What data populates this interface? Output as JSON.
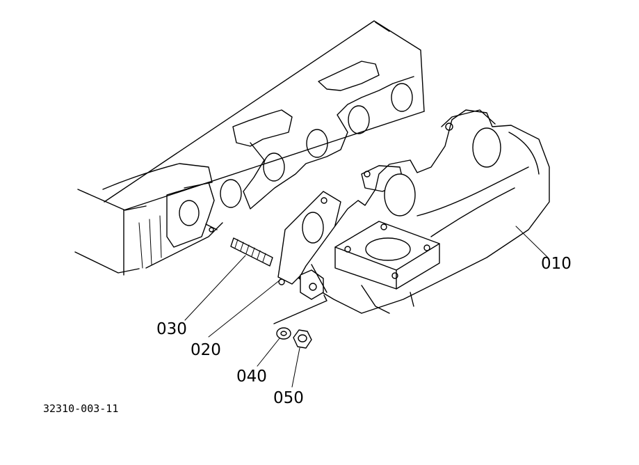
{
  "callouts": {
    "manifold": "010",
    "gasket": "020",
    "stud": "030",
    "washer": "040",
    "nut": "050"
  },
  "reference_code": "32310-003-11"
}
